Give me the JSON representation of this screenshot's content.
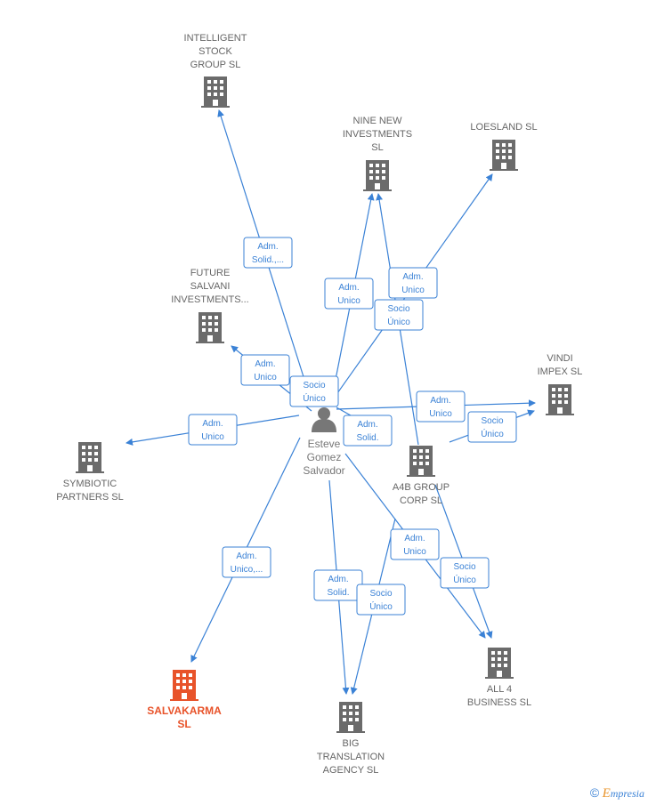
{
  "colors": {
    "edge": "#3b82d6",
    "building": "#6b6b6b",
    "main_building": "#e8532a",
    "person": "#777777"
  },
  "person": {
    "lines": [
      "Esteve",
      "Gomez",
      "Salvador"
    ]
  },
  "nodes": [
    {
      "id": "intelligent",
      "lines": [
        "INTELLIGENT",
        "STOCK",
        "GROUP SL"
      ]
    },
    {
      "id": "nine",
      "lines": [
        "NINE NEW",
        "INVESTMENTS",
        "SL"
      ]
    },
    {
      "id": "loesland",
      "lines": [
        "LOESLAND  SL"
      ]
    },
    {
      "id": "future",
      "lines": [
        "FUTURE",
        "SALVANI",
        "INVESTMENTS..."
      ]
    },
    {
      "id": "vindi",
      "lines": [
        "VINDI",
        "IMPEX  SL"
      ]
    },
    {
      "id": "symbiotic",
      "lines": [
        "SYMBIOTIC",
        "PARTNERS  SL"
      ]
    },
    {
      "id": "a4b",
      "lines": [
        "A4B GROUP",
        "CORP  SL"
      ]
    },
    {
      "id": "salvakarma",
      "lines": [
        "SALVAKARMA",
        "SL"
      ],
      "main": true
    },
    {
      "id": "big",
      "lines": [
        "BIG",
        "TRANSLATION",
        "AGENCY  SL"
      ]
    },
    {
      "id": "all4",
      "lines": [
        "ALL 4",
        "BUSINESS SL"
      ]
    }
  ],
  "edge_labels": [
    {
      "id": "e-intelligent",
      "lines": [
        "Adm.",
        "Solid.,..."
      ]
    },
    {
      "id": "e-nine-adm",
      "lines": [
        "Adm.",
        "Unico"
      ]
    },
    {
      "id": "e-loesland",
      "lines": [
        "Adm.",
        "Unico"
      ]
    },
    {
      "id": "e-nine-socio",
      "lines": [
        "Socio",
        "Único"
      ]
    },
    {
      "id": "e-future",
      "lines": [
        "Adm.",
        "Unico"
      ]
    },
    {
      "id": "e-person-socio",
      "lines": [
        "Socio",
        "Único"
      ]
    },
    {
      "id": "e-vindi-adm",
      "lines": [
        "Adm.",
        "Unico"
      ]
    },
    {
      "id": "e-vindi-socio",
      "lines": [
        "Socio",
        "Único"
      ]
    },
    {
      "id": "e-symbiotic",
      "lines": [
        "Adm.",
        "Unico"
      ]
    },
    {
      "id": "e-a4b",
      "lines": [
        "Adm.",
        "Solid."
      ]
    },
    {
      "id": "e-salvakarma",
      "lines": [
        "Adm.",
        "Unico,..."
      ]
    },
    {
      "id": "e-big-adm",
      "lines": [
        "Adm.",
        "Solid."
      ]
    },
    {
      "id": "e-big-socio",
      "lines": [
        "Socio",
        "Único"
      ]
    },
    {
      "id": "e-all4-adm",
      "lines": [
        "Adm.",
        "Unico"
      ]
    },
    {
      "id": "e-all4-socio",
      "lines": [
        "Socio",
        "Único"
      ]
    }
  ],
  "footer": {
    "copyright": "©",
    "brand_first": "E",
    "brand_rest": "mpresia"
  }
}
